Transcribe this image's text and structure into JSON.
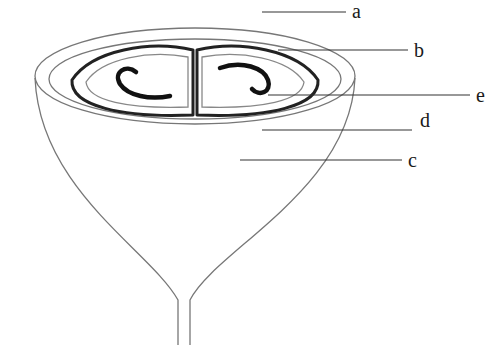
{
  "diagram": {
    "labels": [
      "a",
      "b",
      "e",
      "d",
      "c"
    ]
  }
}
